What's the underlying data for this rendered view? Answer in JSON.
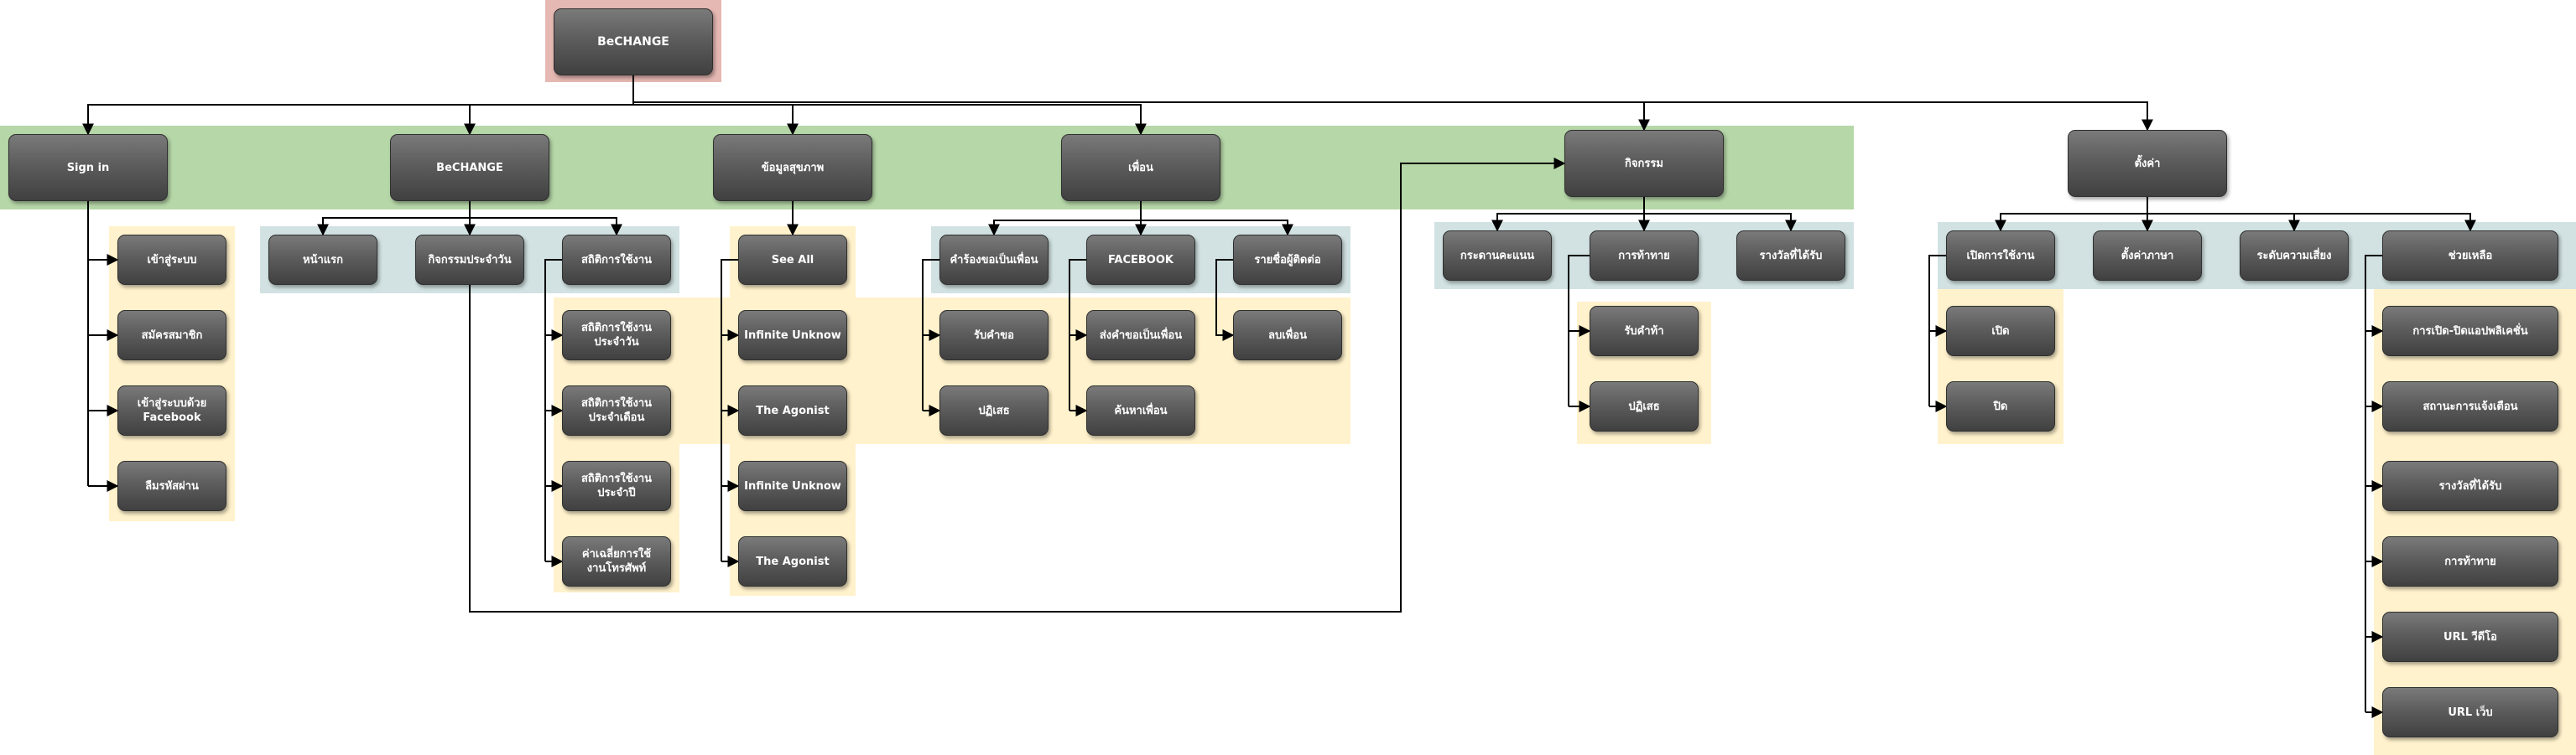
{
  "diagram": {
    "root": {
      "label": "BeCHANGE"
    },
    "sections": [
      {
        "label": "Sign in",
        "items": [
          "เข้าสู่ระบบ",
          "สมัครสมาชิก",
          "เข้าสู่ระบบด้วย Facebook",
          "ลืมรหัสผ่าน"
        ]
      },
      {
        "label": "BeCHANGE",
        "items": [
          "หน้าแรก",
          "กิจกรรมประจำวัน",
          "สถิติการใช้งาน"
        ],
        "stats": [
          "สถิติการใช้งาน\nประจำวัน",
          "สถิติการใช้งาน\nประจำเดือน",
          "สถิติการใช้งาน\nประจำปี",
          "ค่าเฉลี่ยการใช้\nงานโทรศัพท์"
        ]
      },
      {
        "label": "ข้อมูลสุขภาพ",
        "items": [
          "See All",
          "Infinite Unknow",
          "The Agonist",
          "Infinite Unknow",
          "The Agonist"
        ]
      },
      {
        "label": "เพื่อน",
        "items": [
          "คำร้องขอเป็นเพื่อน",
          "FACEBOOK",
          "รายชื่อผู้ติดต่อ"
        ],
        "requests": [
          "รับคำขอ",
          "ปฏิเสธ"
        ],
        "facebook": [
          "ส่งคำขอเป็นเพื่อน",
          "ค้นหาเพื่อน"
        ],
        "contacts": [
          "ลบเพื่อน"
        ]
      },
      {
        "label": "กิจกรรม",
        "items": [
          "กระดานคะแนน",
          "การท้าทาย",
          "รางวัลที่ได้รับ"
        ],
        "challenge": [
          "รับคำท้า",
          "ปฏิเสธ"
        ]
      },
      {
        "label": "ตั้งค่า",
        "items": [
          "เปิดการใช้งาน",
          "ตั้งค่าภาษา",
          "ระดับความเสี่ยง",
          "ช่วยเหลือ"
        ],
        "enable": [
          "เปิด",
          "ปิด"
        ],
        "help": [
          "การเปิด-ปิดแอปพลิเคชั่น",
          "สถานะการแจ้งเตือน",
          "รางวัลที่ได้รับ",
          "การท้าทาย",
          "URL วีดีโอ",
          "URL เว็บ"
        ]
      }
    ]
  },
  "colors": {
    "root_band": "#e6b8b3",
    "green_band": "#b6d7a8",
    "blue_band": "#d2e2e2",
    "yellow_band": "#fff2cc",
    "node_fill": "#5a5a5a",
    "node_text": "#ffffff",
    "connector": "#000000"
  }
}
